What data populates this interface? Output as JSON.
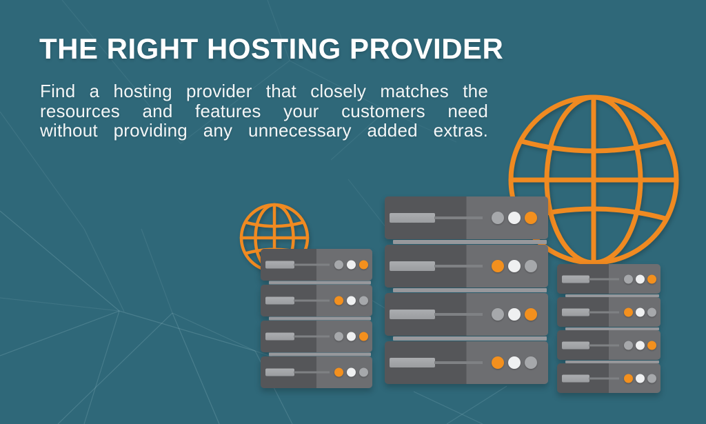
{
  "header": {
    "title": "THE RIGHT HOSTING PROVIDER",
    "description_lines": [
      "Find a hosting provider that closely matches the",
      "resources and features your customers need",
      "without providing any unnecessary added extras."
    ]
  },
  "illustration": {
    "colors": {
      "background": "#2F6879",
      "pattern_line": "#A9CBD6",
      "orange": "#F08A21",
      "server_dark": "#555659",
      "server_light": "#6D6E71",
      "slot_bar": "#9B9DA0",
      "slot_line": "#7F8184",
      "connector": "#98999D",
      "dot_gray": "#A6A8AB",
      "dot_white": "#EFF0F1",
      "dot_orange": "#F3901E"
    },
    "globes": [
      {
        "name": "large-globe"
      },
      {
        "name": "small-globe"
      }
    ],
    "racks": [
      {
        "name": "server-rack-left",
        "units": [
          [
            "gray",
            "white",
            "orange"
          ],
          [
            "orange",
            "white",
            "gray"
          ],
          [
            "gray",
            "white",
            "orange"
          ],
          [
            "orange",
            "white",
            "gray"
          ]
        ]
      },
      {
        "name": "server-rack-middle",
        "units": [
          [
            "gray",
            "white",
            "orange"
          ],
          [
            "orange",
            "white",
            "gray"
          ],
          [
            "gray",
            "white",
            "orange"
          ],
          [
            "orange",
            "white",
            "gray"
          ]
        ]
      },
      {
        "name": "server-rack-right",
        "units": [
          [
            "gray",
            "white",
            "orange"
          ],
          [
            "orange",
            "white",
            "gray"
          ],
          [
            "gray",
            "white",
            "orange"
          ],
          [
            "orange",
            "white",
            "gray"
          ]
        ]
      }
    ]
  }
}
